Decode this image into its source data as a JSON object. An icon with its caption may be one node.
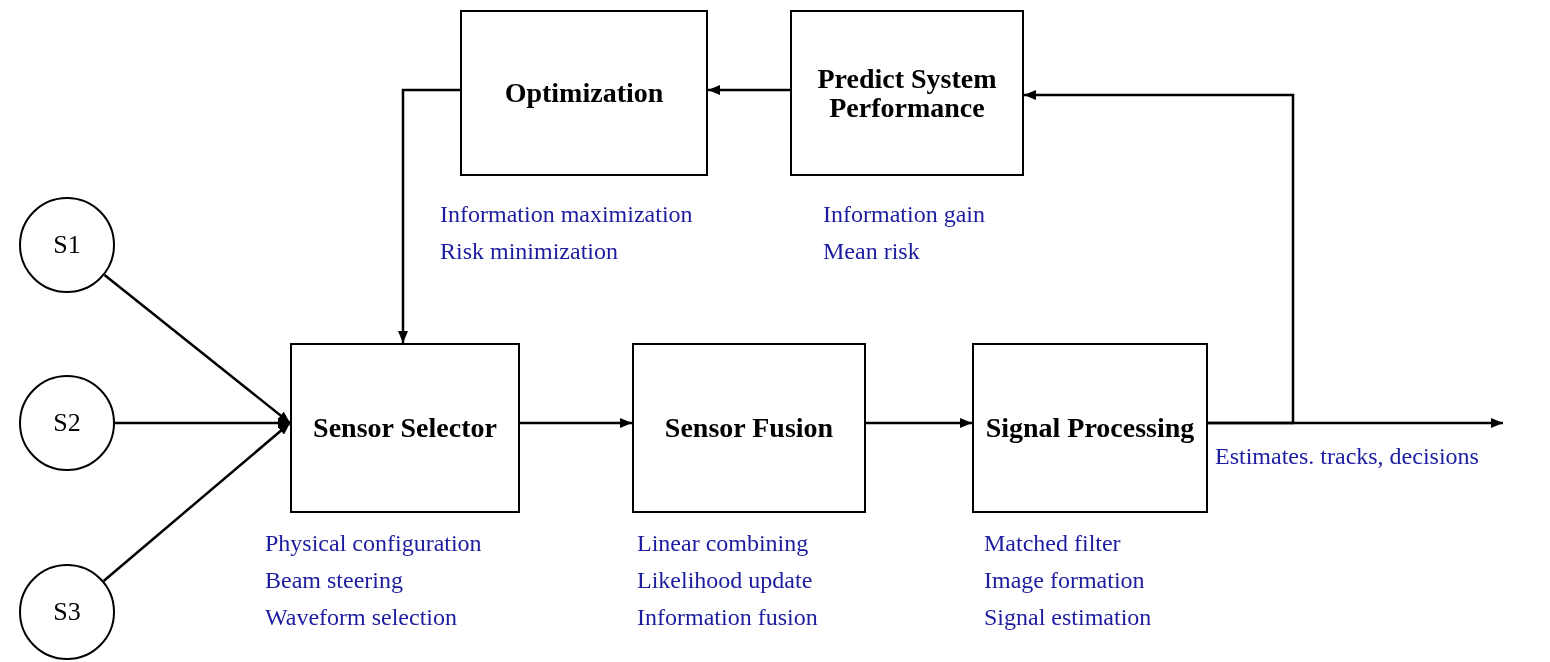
{
  "diagram": {
    "nodes": [
      {
        "text": [
          "S1"
        ]
      },
      {
        "text": [
          "S2"
        ]
      },
      {
        "text": [
          "S3"
        ]
      },
      {
        "text": [
          "Optimization"
        ],
        "beside": [
          "Information maximization",
          "Risk minimization"
        ]
      },
      {
        "text": [
          "Predict System Performance"
        ],
        "beside": [
          "Information gain",
          "Mean risk"
        ]
      },
      {
        "text": [
          "Sensor Selector"
        ],
        "beside": [
          "Physical configuration",
          "Beam steering",
          "Waveform selection"
        ]
      },
      {
        "text": [
          "Sensor Fusion"
        ],
        "beside": [
          "Linear combining",
          "Likelihood update",
          "Information fusion"
        ]
      },
      {
        "text": [
          "Signal Processing"
        ],
        "beside": [
          "Matched filter",
          "Image formation",
          "Signal estimation"
        ]
      }
    ],
    "edges": [
      {
        "from": 0,
        "to": 5,
        "arrow": "to"
      },
      {
        "from": 1,
        "to": 5,
        "arrow": "to"
      },
      {
        "from": 2,
        "to": 5,
        "arrow": "to"
      },
      {
        "from": 5,
        "to": 6,
        "arrow": "to"
      },
      {
        "from": 6,
        "to": 7,
        "arrow": "to"
      },
      {
        "from": 7,
        "to": null,
        "arrow": "to",
        "label": "Estimates. tracks, decisions"
      },
      {
        "from": 7,
        "to": 4,
        "arrow": "to"
      },
      {
        "from": 4,
        "to": 3,
        "arrow": "to"
      },
      {
        "from": 3,
        "to": 5,
        "arrow": "to"
      }
    ]
  }
}
